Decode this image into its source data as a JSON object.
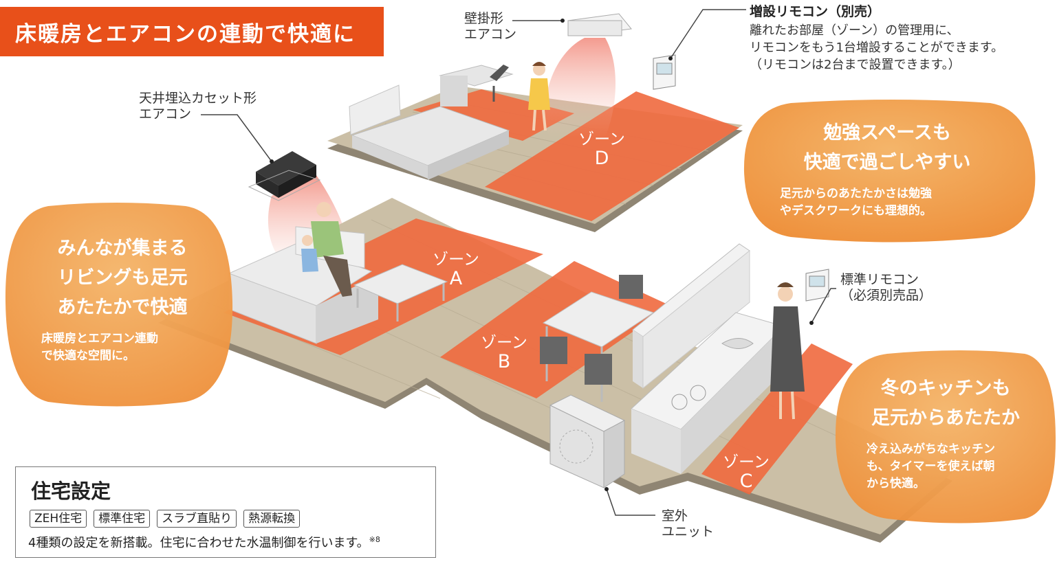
{
  "title": "床暖房とエアコンの連動で快適に",
  "labels": {
    "wall_ac": "壁掛形\nエアコン",
    "ceiling_ac": "天井埋込カセット形\nエアコン",
    "extra_remote_title": "増設リモコン（別売）",
    "extra_remote_desc": "離れたお部屋（ゾーン）の管理用に、\nリモコンをもう1台増設することができます。\n（リモコンは2台まで設置できます。）",
    "std_remote": "標準リモコン\n（必須別売品）",
    "outdoor_unit": "室外\nユニット"
  },
  "zones": [
    {
      "name": "ゾーン",
      "letter": "D"
    },
    {
      "name": "ゾーン",
      "letter": "A"
    },
    {
      "name": "ゾーン",
      "letter": "B"
    },
    {
      "name": "ゾーン",
      "letter": "C"
    }
  ],
  "bubbles": {
    "study": {
      "heading": "勉強スペースも\n快適で過ごしやすい",
      "body": "足元からのあたたかさは勉強\nやデスクワークにも理想的。"
    },
    "living": {
      "heading": "みんなが集まる\nリビングも足元\nあたたかで快適",
      "body": "床暖房とエアコン連動\nで快適な空間に。"
    },
    "kitchen": {
      "heading": "冬のキッチンも\n足元からあたたか",
      "body": "冷え込みがちなキッチン\nも、タイマーを使えば朝\nから快適。"
    }
  },
  "settings": {
    "title": "住宅設定",
    "tags": [
      "ZEH住宅",
      "標準住宅",
      "スラブ直貼り",
      "熱源転換"
    ],
    "note": "4種類の設定を新搭載。住宅に合わせた水温制御を行います。",
    "note_ref": "※8"
  },
  "colors": {
    "banner": "#e8501a",
    "floor": "#c8bda6",
    "floor_edge": "#8f8573",
    "zone_fill": "#f0693e",
    "bubble_fill": "#f0a04a"
  }
}
